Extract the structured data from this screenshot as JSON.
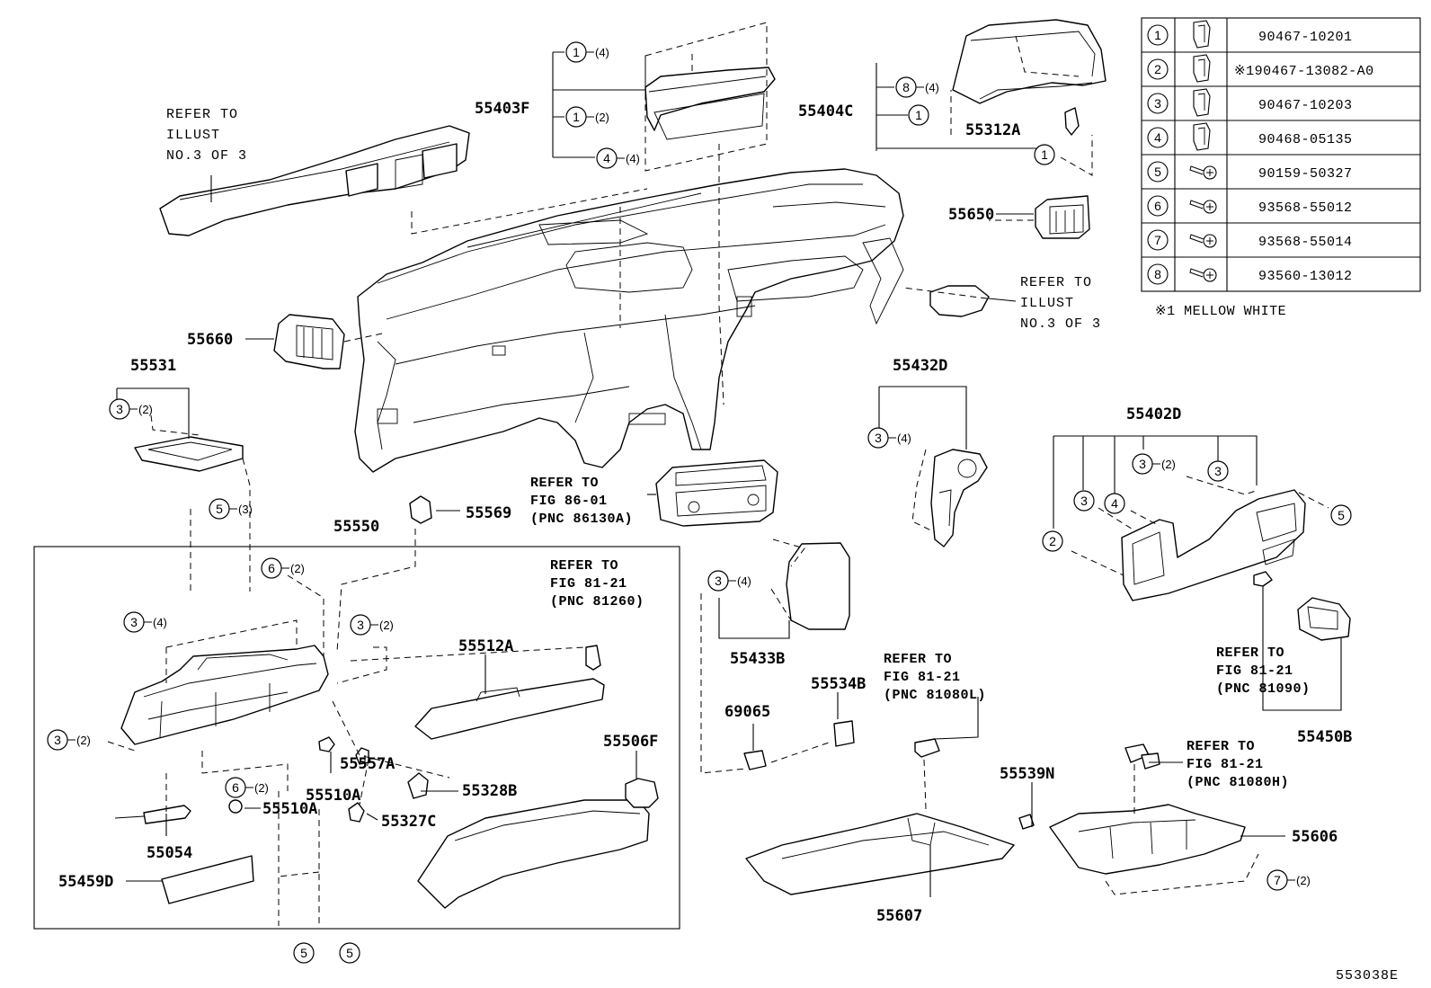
{
  "parts": {
    "p55403F": "55403F",
    "p55404C": "55404C",
    "p55312A": "55312A",
    "p55650": "55650",
    "p55660": "55660",
    "p55531": "55531",
    "p55432D": "55432D",
    "p55402D": "55402D",
    "p55569": "55569",
    "p55550": "55550",
    "p55512A": "55512A",
    "p55433B": "55433B",
    "p55534B": "55534B",
    "p69065": "69065",
    "p55506F": "55506F",
    "p55557A": "55557A",
    "p55510A_a": "55510A",
    "p55510A_b": "55510A",
    "p55328B": "55328B",
    "p55327C": "55327C",
    "p55054": "55054",
    "p55459D": "55459D",
    "p55539N": "55539N",
    "p55606": "55606",
    "p55607": "55607",
    "p55450B": "55450B"
  },
  "refs": {
    "illust_left": [
      "REFER TO",
      "ILLUST",
      "NO.3  OF  3"
    ],
    "illust_right": [
      "REFER TO",
      "ILLUST",
      "NO.3  OF  3"
    ],
    "fig86": [
      "REFER TO",
      "FIG 86-01",
      "(PNC 86130A)"
    ],
    "fig81_81260": [
      "REFER TO",
      "FIG 81-21",
      "(PNC 81260)"
    ],
    "fig81_81080L": [
      "REFER TO",
      "FIG 81-21",
      "(PNC 81080L)"
    ],
    "fig81_81090": [
      "REFER TO",
      "FIG 81-21",
      "(PNC 81090)"
    ],
    "fig81_81080H": [
      "REFER TO",
      "FIG 81-21",
      "(PNC 81080H)"
    ]
  },
  "callouts": {
    "c1_4": {
      "num": "1",
      "qty": "(4)"
    },
    "c1_2": {
      "num": "1",
      "qty": "(2)"
    },
    "c4_4": {
      "num": "4",
      "qty": "(4)"
    },
    "c8_4": {
      "num": "8",
      "qty": "(4)"
    },
    "c1_a": {
      "num": "1",
      "qty": ""
    },
    "c1_b": {
      "num": "1",
      "qty": ""
    },
    "c3_2_531": {
      "num": "3",
      "qty": "(2)"
    },
    "c3_4_432": {
      "num": "3",
      "qty": "(4)"
    },
    "c3_2_402": {
      "num": "3",
      "qty": "(2)"
    },
    "c3_402a": {
      "num": "3",
      "qty": ""
    },
    "c3_402b": {
      "num": "3",
      "qty": ""
    },
    "c4_402": {
      "num": "4",
      "qty": ""
    },
    "c2_402": {
      "num": "2",
      "qty": ""
    },
    "c5_402": {
      "num": "5",
      "qty": ""
    },
    "c5_3": {
      "num": "5",
      "qty": "(3)"
    },
    "c6_2_top": {
      "num": "6",
      "qty": "(2)"
    },
    "c3_4_box": {
      "num": "3",
      "qty": "(4)"
    },
    "c3_2_box": {
      "num": "3",
      "qty": "(2)"
    },
    "c3_2_left": {
      "num": "3",
      "qty": "(2)"
    },
    "c6_2_bot": {
      "num": "6",
      "qty": "(2)"
    },
    "c3_4_433": {
      "num": "3",
      "qty": "(4)"
    },
    "c7_2": {
      "num": "7",
      "qty": "(2)"
    },
    "c5_bot1": {
      "num": "5",
      "qty": ""
    },
    "c5_bot2": {
      "num": "5",
      "qty": ""
    }
  },
  "fastener_table": [
    {
      "num": "1",
      "part": "90467-10201"
    },
    {
      "num": "2",
      "part": "※190467-13082-A0"
    },
    {
      "num": "3",
      "part": "90467-10203"
    },
    {
      "num": "4",
      "part": "90468-05135"
    },
    {
      "num": "5",
      "part": "90159-50327"
    },
    {
      "num": "6",
      "part": "93568-55012"
    },
    {
      "num": "7",
      "part": "93568-55014"
    },
    {
      "num": "8",
      "part": "93560-13012"
    }
  ],
  "table_note": "※1  MELLOW  WHITE",
  "figure_id": "553038E"
}
